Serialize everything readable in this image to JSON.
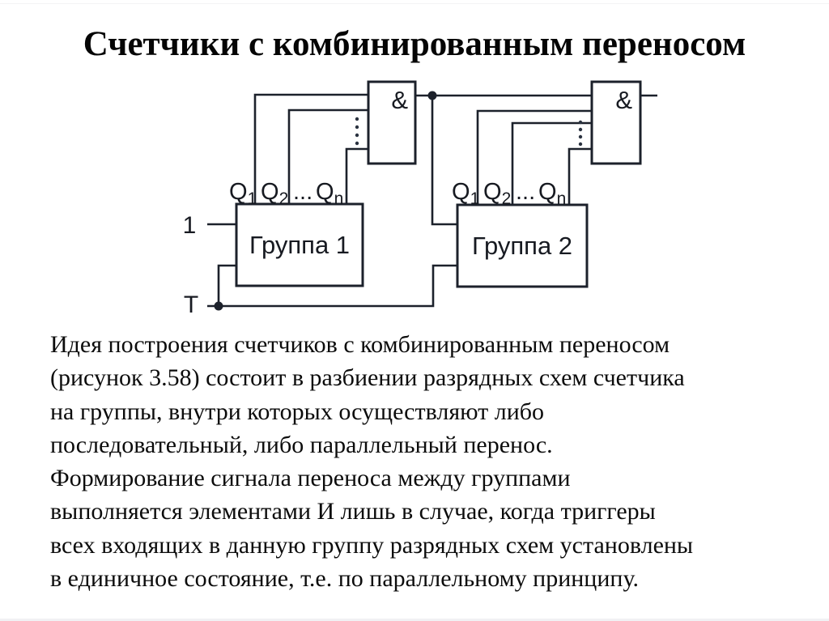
{
  "slide": {
    "title": "Счетчики с комбинированным переносом",
    "paragraph_lines": [
      "Идея построения счетчиков с комбинированным переносом",
      "(рисунок 3.58) состоит в разбиении разрядных схем счетчика",
      "на группы, внутри которых осуществляют либо",
      "последовательный, либо параллельный перенос.",
      "Формирование сигнала переноса между группами",
      "выполняется элементами И лишь в случае, когда триггеры",
      "всех входящих в данную группу разрядных схем установлены",
      "в единичное состояние, т.е. по параллельному принципу."
    ]
  },
  "diagram": {
    "and_gate_symbol": "&",
    "groups": [
      {
        "label": "Группа 1"
      },
      {
        "label": "Группа 2"
      }
    ],
    "q_labels": {
      "q": "Q",
      "sub1": "1",
      "sub2": "2",
      "ellipsis": "...",
      "subn": "n"
    },
    "inputs": {
      "one": "1",
      "t": "T"
    }
  }
}
